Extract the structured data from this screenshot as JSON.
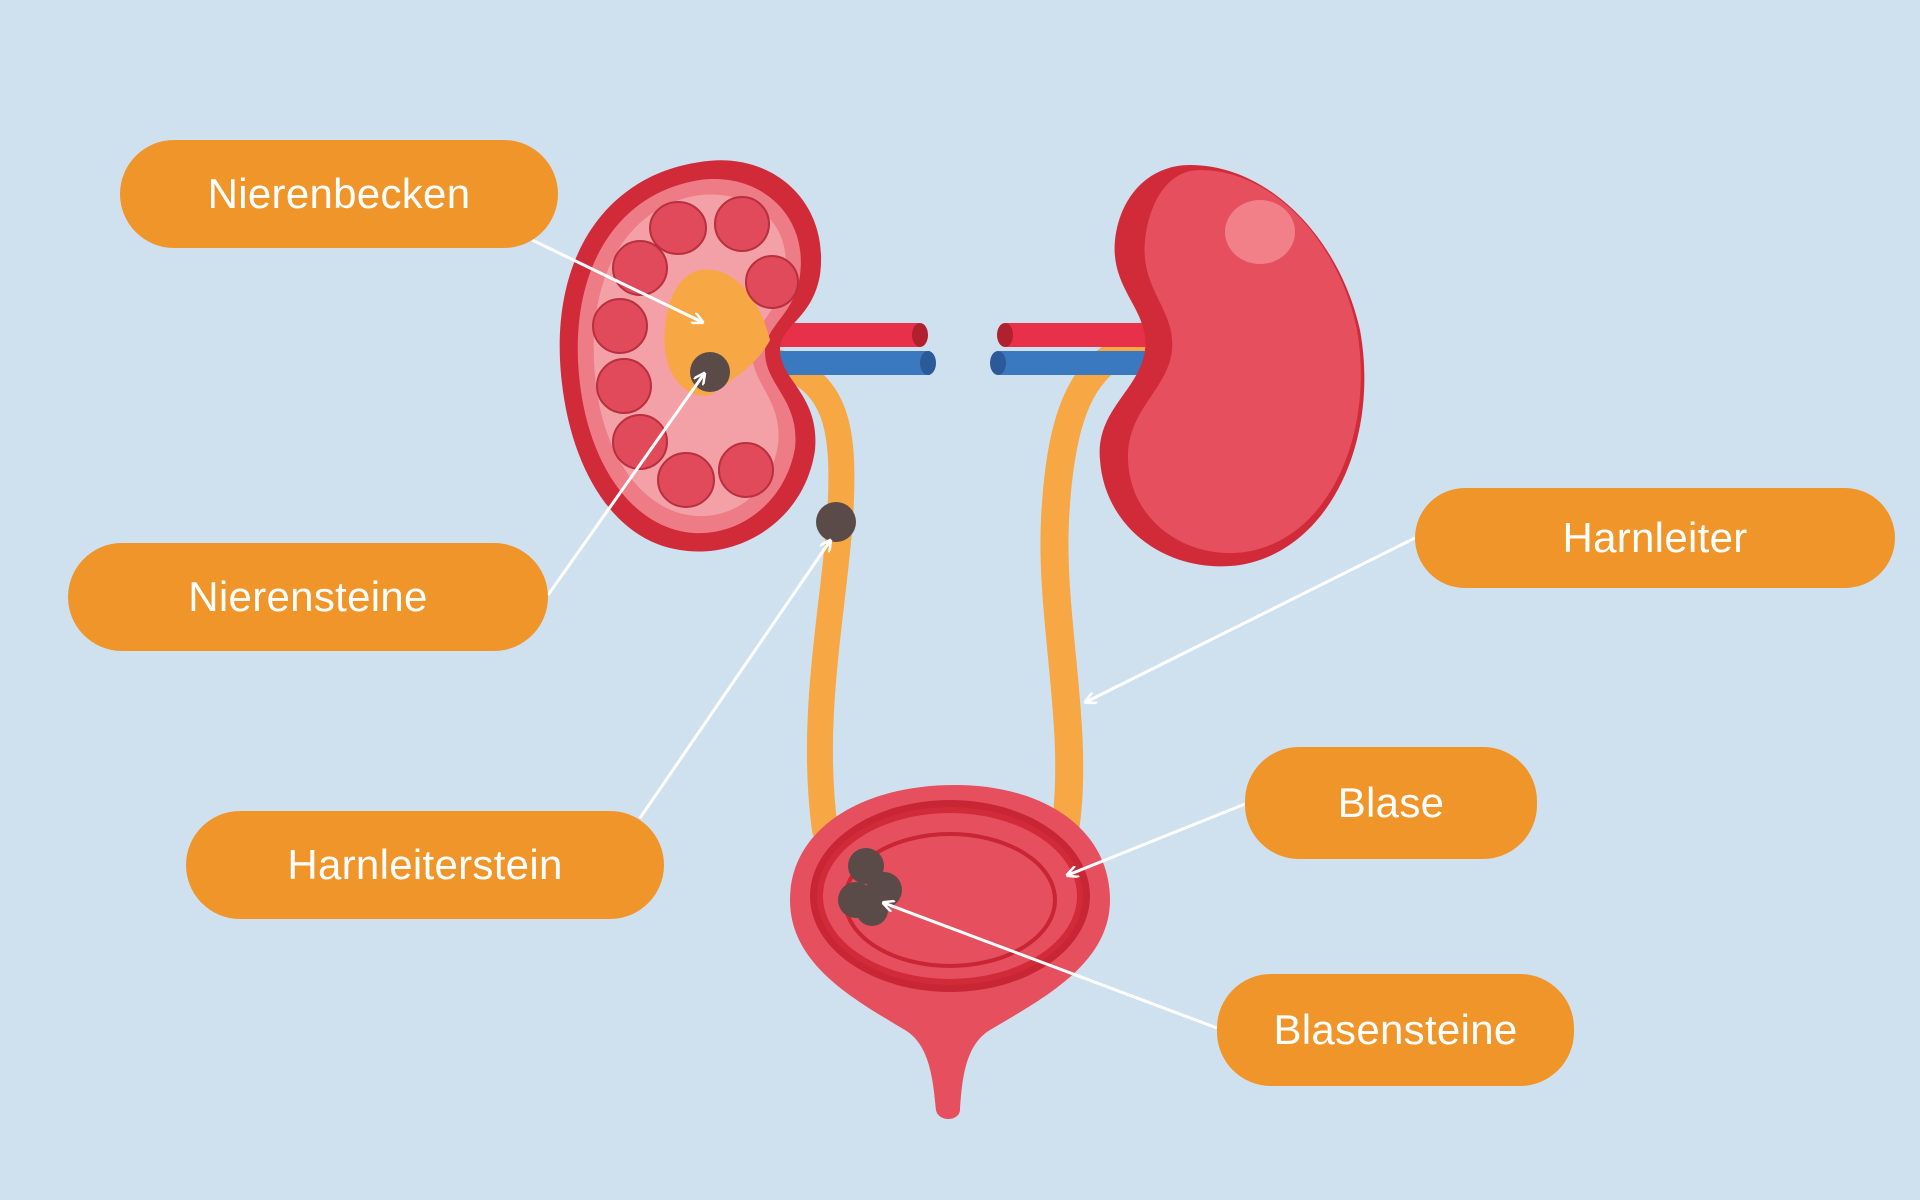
{
  "labels": {
    "renal_pelvis": "Nierenbecken",
    "kidney_stones": "Nierensteine",
    "ureter_stone": "Harnleiterstein",
    "ureter": "Harnleiter",
    "bladder": "Blase",
    "bladder_stones": "Blasensteine"
  },
  "colors": {
    "background": "#cfe1ef",
    "label_fill": "#f0952a",
    "label_text": "#ffffff",
    "kidney_dark": "#d12b3a",
    "kidney_light": "#e64f5e",
    "urine_tract": "#f7a744",
    "artery": "#e8304a",
    "vein": "#3a78c0",
    "stone": "#5a4a48",
    "arrow": "#ffffff"
  }
}
